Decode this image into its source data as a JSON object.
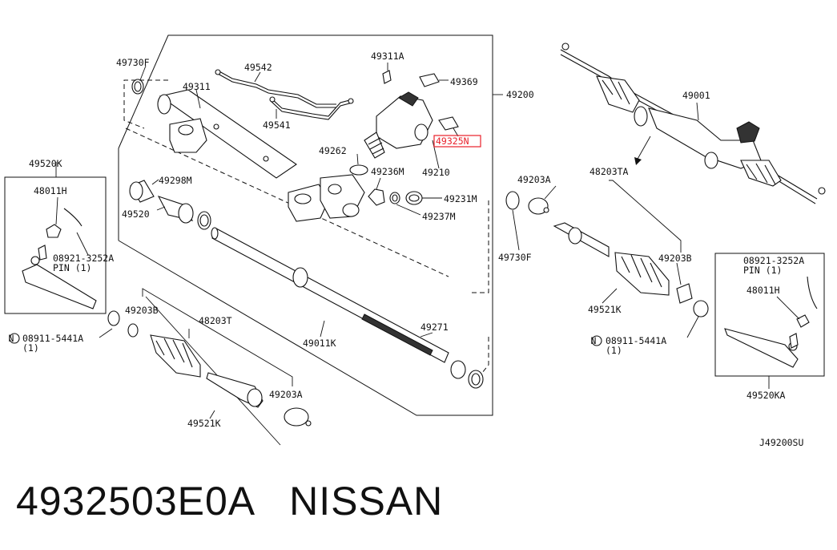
{
  "labels": {
    "p49730F_top": "49730F",
    "p49311": "49311",
    "p49542": "49542",
    "p49311A": "49311A",
    "p49369": "49369",
    "p49200": "49200",
    "p49001": "49001",
    "p49541": "49541",
    "p49262": "49262",
    "p4932SN": "49325N",
    "p49236M": "49236M",
    "p49210": "49210",
    "p49231M": "49231M",
    "p49237M": "49237M",
    "p49298M": "49298M",
    "p49520": "49520",
    "p49520K": "49520K",
    "p48011H_l": "48011H",
    "p08921_l": "08921-3252A",
    "pin_l": "PIN (1)",
    "p49203A_r": "49203A",
    "p48203TA": "48203TA",
    "p49730F_r": "49730F",
    "p49203B_r": "49203B",
    "p49521K_r": "49521K",
    "p08911_r": "08911-5441A",
    "p08911_r_qty": "(1)",
    "p08921_r": "08921-3252A",
    "pin_r": "PIN (1)",
    "p48011H_r": "48011H",
    "p49520KA": "49520KA",
    "p08911_l": "08911-5441A",
    "p08911_l_qty": "(1)",
    "p49203B_l": "49203B",
    "p48203T": "48203T",
    "p49011K": "49011K",
    "p49271": "49271",
    "p49203A_l": "49203A",
    "p49521K_l": "49521K",
    "n_symbol": "N",
    "diagram_code": "J49200SU"
  },
  "highlight_color": "#e8202a",
  "caption": {
    "part_number": "4932503E0A",
    "brand": "NISSAN"
  }
}
